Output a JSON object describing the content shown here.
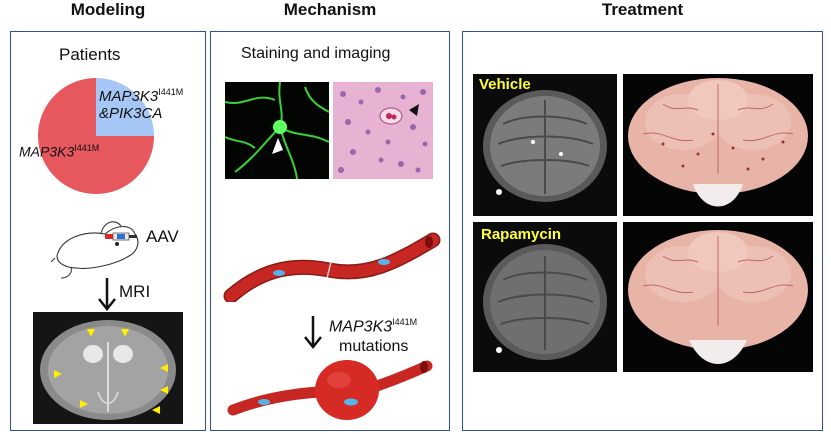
{
  "headers": {
    "modeling": "Modeling",
    "mechanism": "Mechanism",
    "treatment": "Treatment"
  },
  "modeling": {
    "patients_title": "Patients",
    "pie": {
      "slices": [
        {
          "gene": "MAP3K3",
          "sup": "I441M",
          "suffix": "",
          "fraction": 0.75,
          "color": "#e6575e"
        },
        {
          "gene": "MAP3K3",
          "sup": "I441M",
          "suffix": "&PIK3CA",
          "fraction": 0.25,
          "color": "#a6c6f5"
        }
      ]
    },
    "injection_label": "AAV",
    "imaging_label": "MRI",
    "arrow_color": "#ffee00"
  },
  "mechanism": {
    "title": "Staining and imaging",
    "mutation_gene": "MAP3K3",
    "mutation_sup": "I441M",
    "mutation_word": "mutations",
    "vessel_color": "#c62722",
    "nucleus_color": "#56b3ea"
  },
  "treatment": {
    "group1": "Vehicle",
    "group2": "Rapamycin",
    "label_color": "#ffff3a"
  }
}
